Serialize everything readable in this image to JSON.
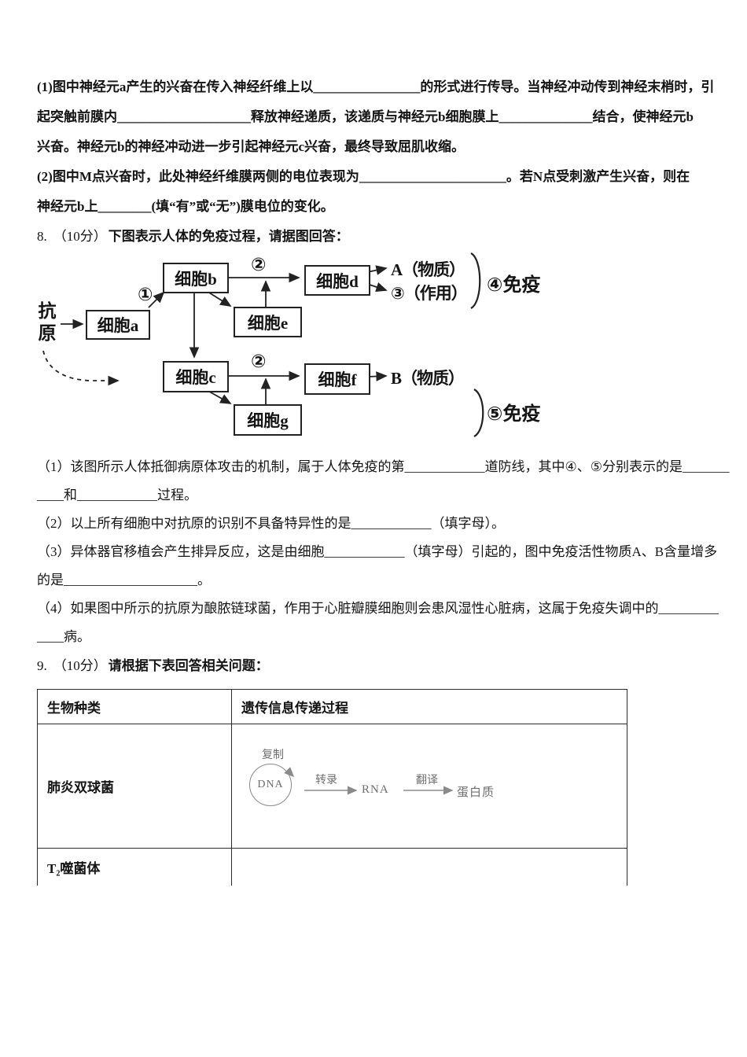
{
  "q7": {
    "lines": [
      "(1)图中神经元a产生的兴奋在传入神经纤维上以________________的形式进行传导。当神经冲动传到神经末梢时，引",
      "起突触前膜内____________________释放神经递质，该递质与神经元b细胞膜上______________结合，使神经元b",
      "兴奋。神经元b的神经冲动进一步引起神经元c兴奋，最终导致屈肌收缩。",
      "(2)图中M点兴奋时，此处神经纤维膜两侧的电位表现为______________________。若N点受刺激产生兴奋，则在",
      "神经元b上________(填“有”或“无”)膜电位的变化。"
    ]
  },
  "q8": {
    "num": "8.",
    "score": "（10分）",
    "title": "下图表示人体的免疫过程，请据图回答：",
    "diagram": {
      "antigen_top": "抗",
      "antigen_bottom": "原",
      "cell_a": "细胞a",
      "cell_b": "细胞b",
      "cell_c": "细胞c",
      "cell_d": "细胞d",
      "cell_e": "细胞e",
      "cell_f": "细胞f",
      "cell_g": "细胞g",
      "num1": "①",
      "num2_top": "②",
      "num2_bottom": "②",
      "out_a": "A（物质）",
      "out_3": "③（作用）",
      "out_b": "B（物质）",
      "imm4": "④免疫",
      "imm5": "⑤免疫"
    },
    "subs": [
      "（1）该图所示人体抵御病原体攻击的机制，属于人体免疫的第____________道防线，其中④、⑤分别表示的是_______",
      "____和____________过程。",
      "（2）以上所有细胞中对抗原的识别不具备特异性的是____________（填字母）。",
      "（3）异体器官移植会产生排异反应，这是由细胞____________（填字母）引起的，图中免疫活性物质A、B含量增多",
      "的是____________________。",
      "（4）如果图中所示的抗原为酿脓链球菌，作用于心脏瓣膜细胞则会患风湿性心脏病，这属于免疫失调中的_________",
      "____病。"
    ]
  },
  "q9": {
    "num": "9.",
    "score": "（10分）",
    "title": "请根据下表回答相关问题：",
    "table": {
      "headers": [
        "生物种类",
        "遗传信息传递过程"
      ],
      "row1_species": "肺炎双球菌",
      "row2_species": "T₂噬菌体",
      "process": {
        "replicate": "复制",
        "dna": "DNA",
        "transcribe": "转录",
        "rna": "RNA",
        "translate": "翻译",
        "protein": "蛋白质"
      }
    }
  }
}
